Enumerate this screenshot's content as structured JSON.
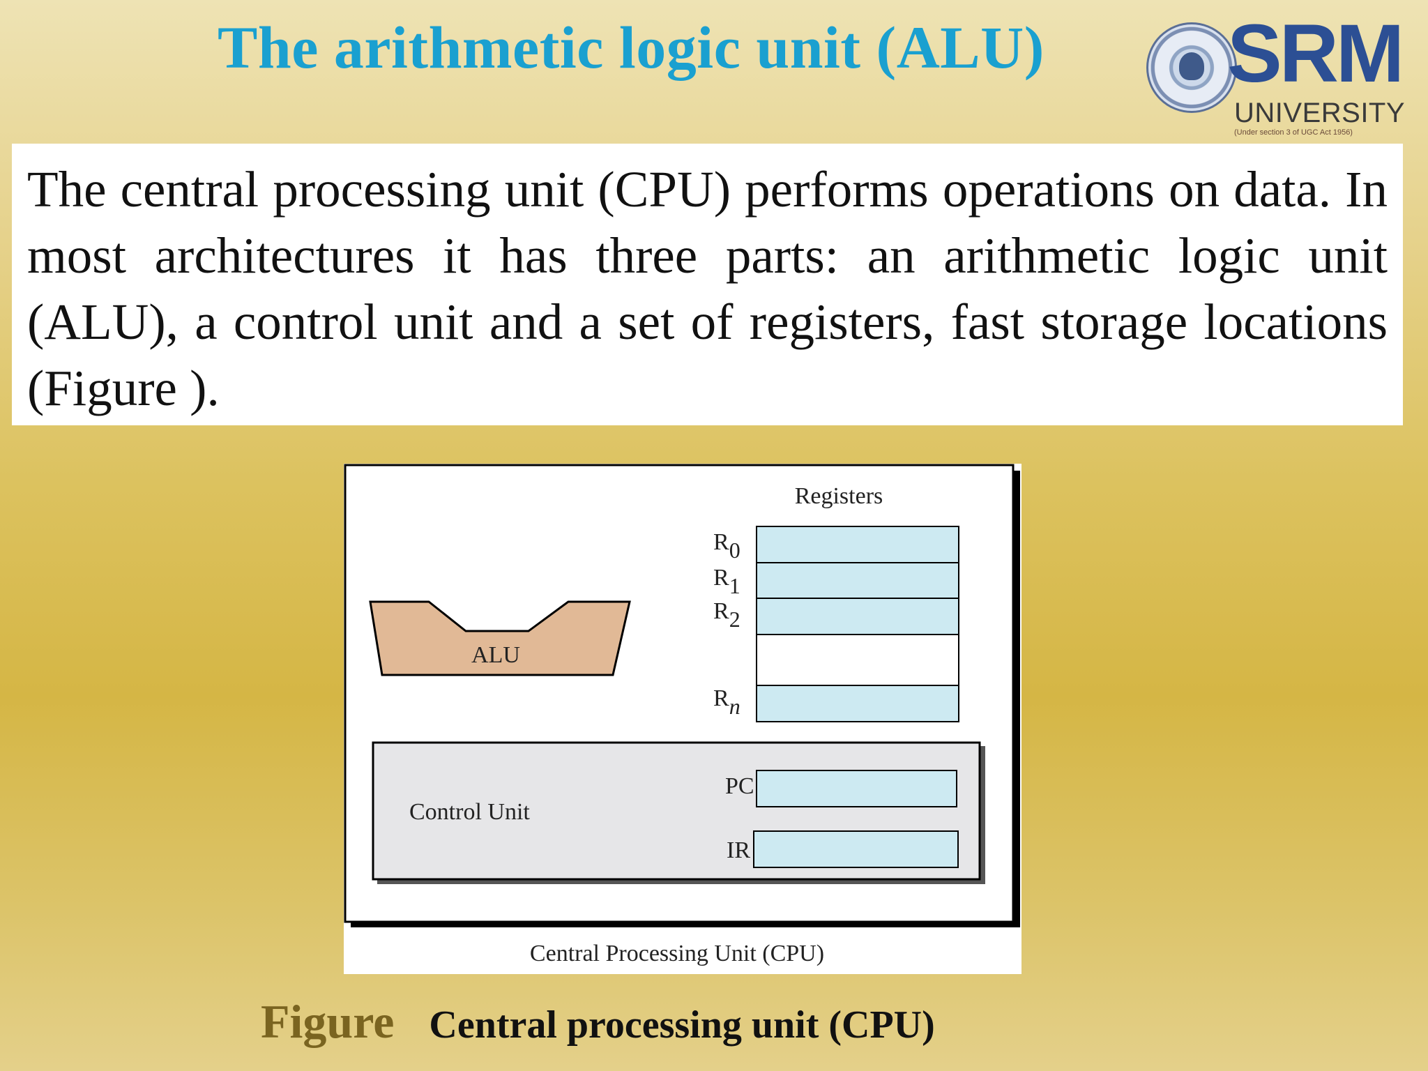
{
  "slide": {
    "title": "The arithmetic logic unit (ALU)",
    "body_text": "The central processing unit (CPU) performs operations on data. In most architectures it has three parts: an arithmetic logic unit (ALU), a control unit and a set of registers, fast storage locations (Figure )."
  },
  "logo": {
    "wordmark": "SRM",
    "subtitle": "UNIVERSITY",
    "fineprint": "(Under section 3 of UGC Act 1956)",
    "seal_icon": "university-seal-icon",
    "colors": {
      "wordmark": "#2c4f94",
      "title": "#1aa0d0"
    }
  },
  "figure": {
    "registers_label": "Registers",
    "register_letter": "R",
    "registers": [
      {
        "sub": "0"
      },
      {
        "sub": "1"
      },
      {
        "sub": "2"
      },
      {
        "sub": ""
      },
      {
        "sub": "n"
      }
    ],
    "alu_label": "ALU",
    "control_unit_label": "Control Unit",
    "pc_label": "PC",
    "ir_label": "IR",
    "footer_label": "Central Processing Unit (CPU)",
    "colors": {
      "register": "#cdeaf2",
      "alu": "#e1b996",
      "control_unit": "#e6e6e8"
    }
  },
  "caption": {
    "label": "Figure",
    "text": "Central processing unit (CPU)"
  }
}
